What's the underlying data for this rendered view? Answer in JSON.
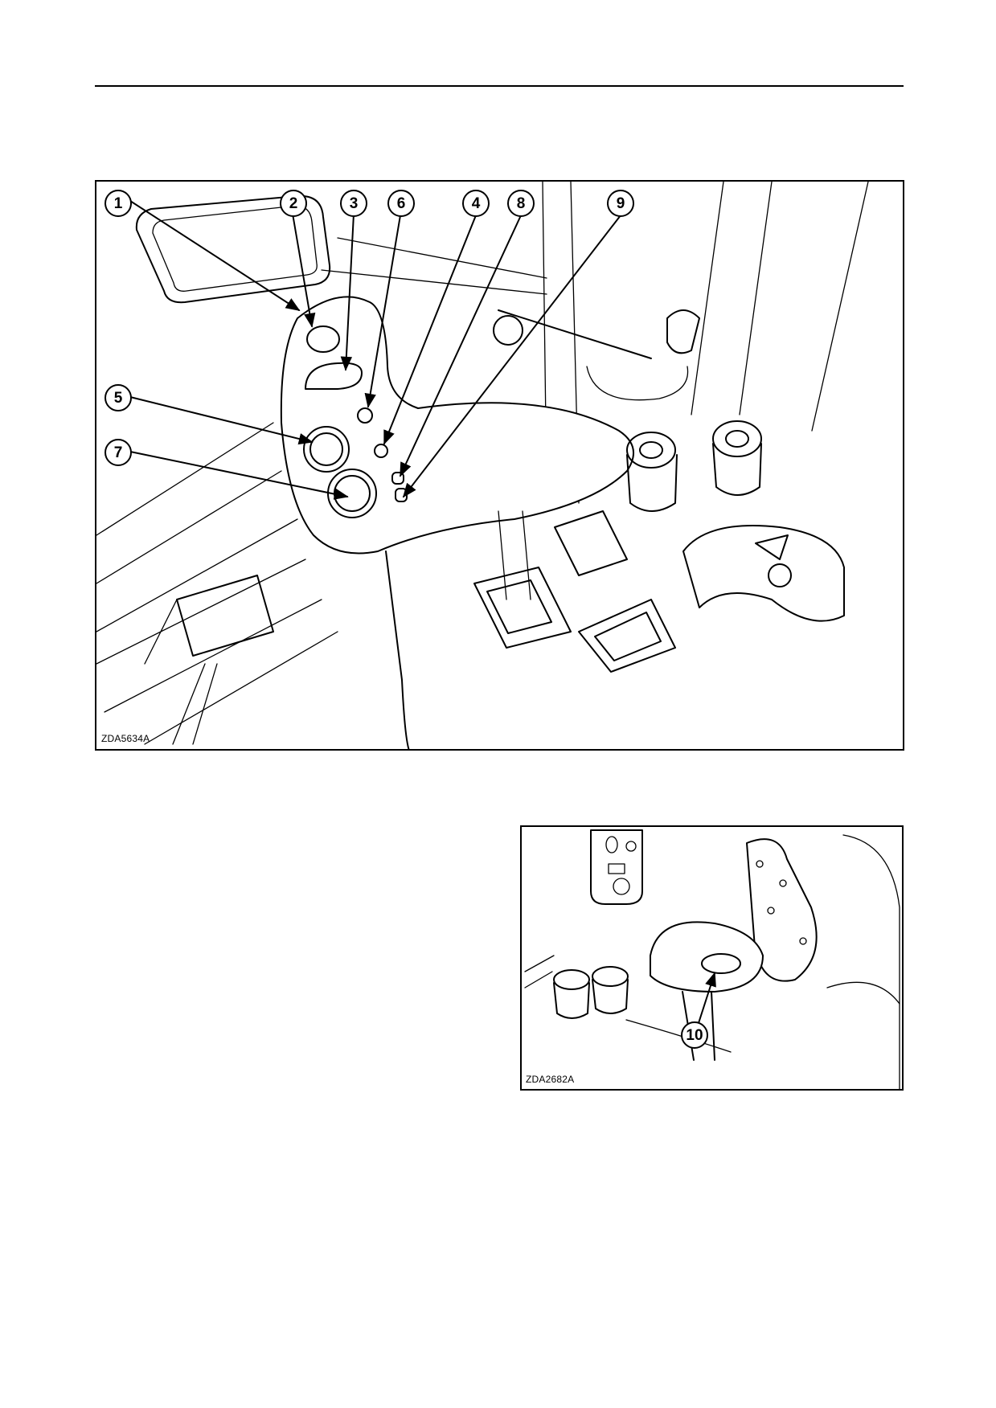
{
  "figures": [
    {
      "code": "ZDA5634A",
      "callouts": [
        "1",
        "2",
        "3",
        "6",
        "4",
        "8",
        "9",
        "5",
        "7"
      ]
    },
    {
      "code": "ZDA2682A",
      "callouts": [
        "10"
      ]
    }
  ]
}
